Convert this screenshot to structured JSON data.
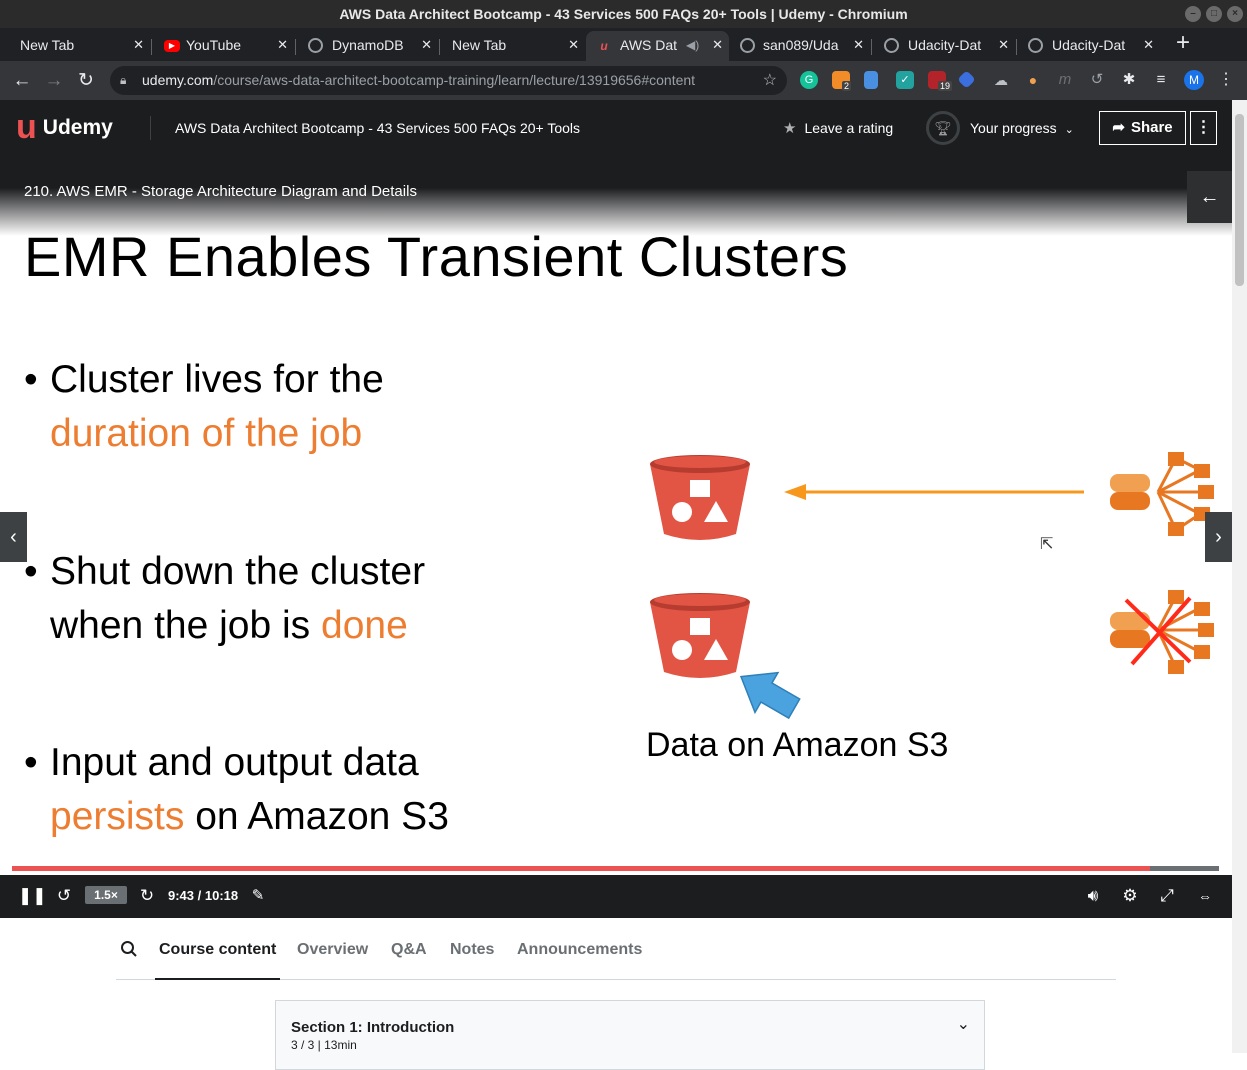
{
  "window": {
    "title": "AWS Data Architect Bootcamp - 43 Services 500 FAQs 20+ Tools | Udemy - Chromium"
  },
  "tabs": [
    {
      "label": "New Tab",
      "icon": "none"
    },
    {
      "label": "YouTube",
      "icon": "youtube-icon"
    },
    {
      "label": "DynamoDB",
      "icon": "github-icon"
    },
    {
      "label": "New Tab",
      "icon": "none"
    },
    {
      "label": "AWS Dat",
      "icon": "udemy-icon",
      "active": true
    },
    {
      "label": "san089/Uda",
      "icon": "github-icon"
    },
    {
      "label": "Udacity-Dat",
      "icon": "github-icon"
    },
    {
      "label": "Udacity-Dat",
      "icon": "github-icon"
    }
  ],
  "address": {
    "host": "udemy.com",
    "path": "/course/aws-data-architect-bootcamp-training/learn/lecture/13919656#content"
  },
  "extensions": {
    "badge_a": "2",
    "badge_b": "19",
    "profile": "M"
  },
  "header": {
    "brand": "Udemy",
    "course_title": "AWS Data Architect Bootcamp - 43 Services 500 FAQs 20+ Tools",
    "rating_label": "Leave a rating",
    "progress_label": "Your progress",
    "share_label": "Share"
  },
  "video": {
    "lecture_title": "210. AWS EMR - Storage Architecture Diagram and Details",
    "slide": {
      "title": "EMR Enables Transient Clusters",
      "bullet1": {
        "a": "Cluster lives for the",
        "b": "duration of the job"
      },
      "bullet2": {
        "a": "Shut down the cluster",
        "b": "when the job is ",
        "c": "done"
      },
      "bullet3": {
        "a": "Input and output data",
        "b": "persists",
        "c": " on Amazon S3"
      },
      "caption": "Data on Amazon S3"
    }
  },
  "player": {
    "speed": "1.5×",
    "time": "9:43 / 10:18",
    "progress_fraction": 0.943
  },
  "content_tabs": [
    "Course content",
    "Overview",
    "Q&A",
    "Notes",
    "Announcements"
  ],
  "sections": [
    {
      "title": "Section 1: Introduction",
      "meta": "3 / 3 | 13min"
    }
  ],
  "colors": {
    "udemy_red": "#ec5252",
    "slide_orange": "#ed7d31",
    "s3_red": "#e25444",
    "arrow_blue": "#4aa3df"
  }
}
